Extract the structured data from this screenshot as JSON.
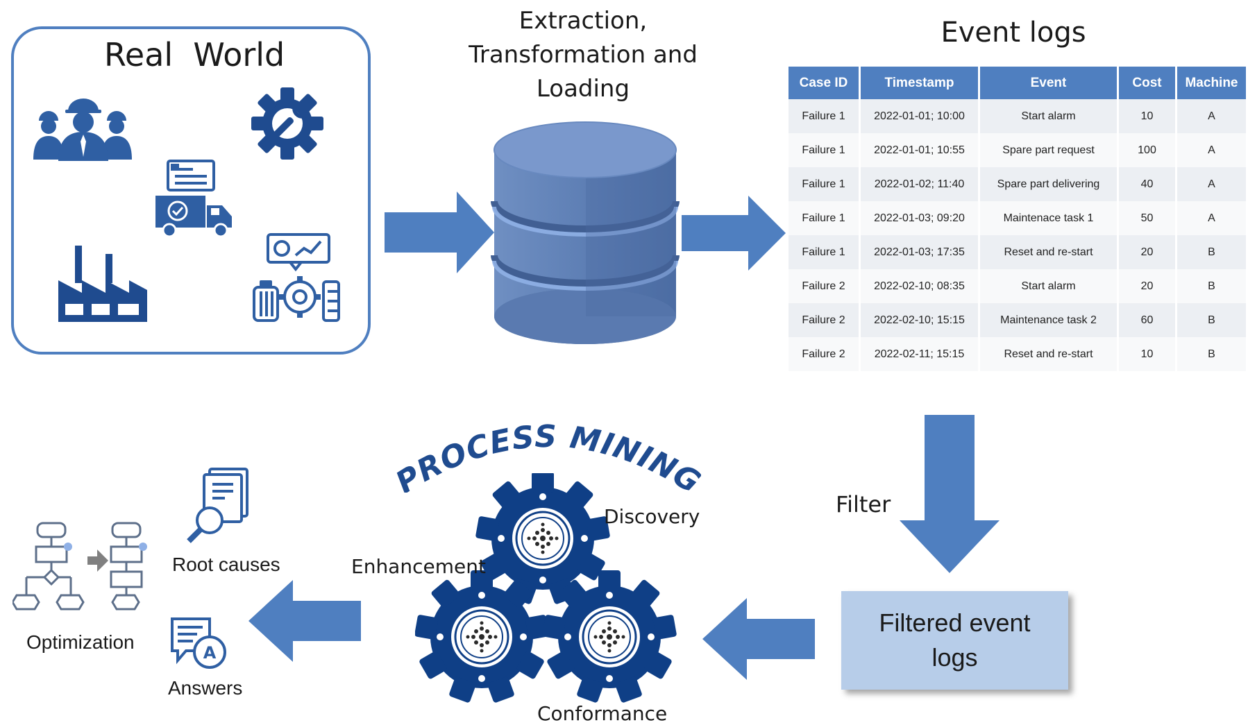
{
  "real_world": {
    "title": "Real  World",
    "icons": [
      "workers-icon",
      "gear-wrench-icon",
      "delivery-truck-icon",
      "factory-icon",
      "machinery-analytics-icon"
    ]
  },
  "etl": {
    "title_line1": "Extraction,",
    "title_line2": "Transformation and",
    "title_line3": "Loading"
  },
  "event_logs": {
    "title": "Event logs",
    "columns": [
      "Case ID",
      "Timestamp",
      "Event",
      "Cost",
      "Machine"
    ],
    "rows": [
      [
        "Failure 1",
        "2022-01-01; 10:00",
        "Start alarm",
        "10",
        "A"
      ],
      [
        "Failure 1",
        "2022-01-01; 10:55",
        "Spare part request",
        "100",
        "A"
      ],
      [
        "Failure 1",
        "2022-01-02; 11:40",
        "Spare part delivering",
        "40",
        "A"
      ],
      [
        "Failure 1",
        "2022-01-03; 09:20",
        "Maintenace task 1",
        "50",
        "A"
      ],
      [
        "Failure 1",
        "2022-01-03; 17:35",
        "Reset and re-start",
        "20",
        "B"
      ],
      [
        "Failure 2",
        "2022-02-10; 08:35",
        "Start alarm",
        "20",
        "B"
      ],
      [
        "Failure 2",
        "2022-02-10; 15:15",
        "Maintenance task 2",
        "60",
        "B"
      ],
      [
        "Failure 2",
        "2022-02-11; 15:15",
        "Reset and re-start",
        "10",
        "B"
      ]
    ]
  },
  "filter": {
    "label": "Filter",
    "box_label": "Filtered event logs"
  },
  "process_mining": {
    "title": "PROCESS MINING",
    "discovery": "Discovery",
    "enhancement": "Enhancement",
    "conformance": "Conformance"
  },
  "outputs": {
    "root_causes": "Root causes",
    "optimization": "Optimization",
    "answers": "Answers"
  },
  "colors": {
    "primary_blue": "#4f7fc0",
    "dark_navy": "#1f4b8f",
    "light_box": "#b7cde9",
    "db_blue": "#6f8fc2"
  }
}
